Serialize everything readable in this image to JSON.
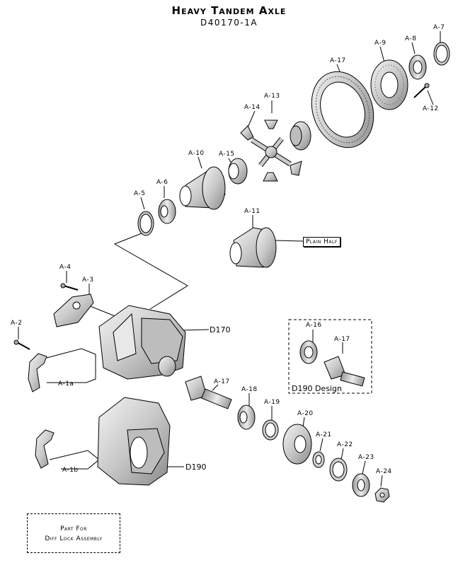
{
  "header": {
    "title": "Heavy Tandem Axle",
    "subtitle": "D40170-1A"
  },
  "labels": {
    "a1a": "A-1a",
    "a1b": "A-1b",
    "a2": "A-2",
    "a3": "A-3",
    "a4": "A-4",
    "a5": "A-5",
    "a6": "A-6",
    "a7": "A-7",
    "a8": "A-8",
    "a9": "A-9",
    "a10": "A-10",
    "a11": "A-11",
    "a12": "A-12",
    "a13": "A-13",
    "a14": "A-14",
    "a15": "A-15",
    "a16": "A-16",
    "a17_ring": "A-17",
    "a17_inset": "A-17",
    "a17_pinion": "A-17",
    "a18": "A-18",
    "a19": "A-19",
    "a20": "A-20",
    "a21": "A-21",
    "a22": "A-22",
    "a23": "A-23",
    "a24": "A-24",
    "d170": "D170",
    "d190": "D190",
    "d190_design": "D190 Design",
    "plain_half": "Plain Half"
  },
  "note": {
    "line1": "Part For",
    "line2": "Diff Lock Assembly"
  },
  "colors": {
    "line": "#000000",
    "part_fill": "#d9d9d9",
    "part_dark": "#9a9a9a",
    "background": "#ffffff"
  }
}
